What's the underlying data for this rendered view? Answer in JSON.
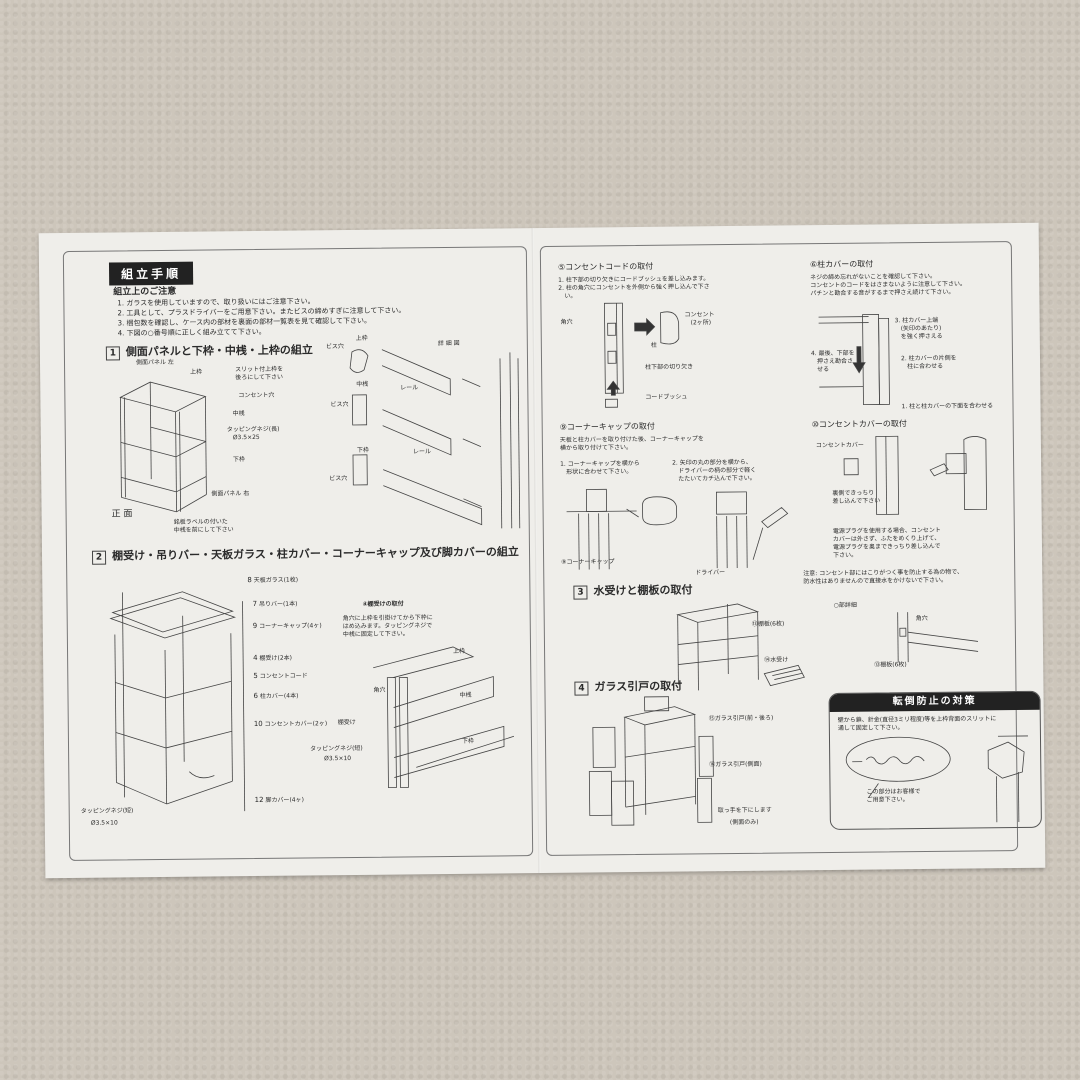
{
  "left": {
    "title": "組立手順",
    "cautions_head": "組立上のご注意",
    "cautions": [
      "1. ガラスを使用していますので、取り扱いにはご注意下さい。",
      "2. 工具として、プラスドライバーをご用意下さい。またビスの締めすぎに注意して下さい。",
      "3. 梱包数を確認し、ケース内の部材を裏面の部材一覧表を見て確認して下さい。",
      "4. 下図の○番号順に正しく組み立てて下さい。"
    ],
    "sec1": {
      "num": "1",
      "title": "側面パネルと下枠・中桟・上枠の組立",
      "labels": {
        "side_left": "側面パネル 左",
        "top": "上枠",
        "slit": "スリット付上枠を",
        "slit2": "後ろにして下さい",
        "outlet_hole": "コンセント穴",
        "mid": "中桟",
        "tap_screw": "タッピングネジ(長)",
        "tap_size": "Ø3.5×25",
        "bottom": "下枠",
        "side_right": "側面パネル 右",
        "front": "正 面",
        "label_note": "銘板ラベルの付いた",
        "label_note2": "中桟を前にして下さい",
        "top2": "上枠",
        "bis": "ビス穴",
        "mid2": "中桟",
        "rail": "レール",
        "bis2": "ビス穴",
        "bottom2": "下枠",
        "rail2": "レール",
        "bis3": "ビス穴",
        "detail": "詳 細 図"
      }
    },
    "sec2": {
      "num": "2",
      "title": "棚受け・吊りバー・天板ガラス・柱カバー・コーナーキャップ及び脚カバーの組立",
      "parts": [
        "天板ガラス(1枚)",
        "吊りバー(1本)",
        "コーナーキャップ(4ヶ)",
        "棚受け(2本)",
        "コンセントコード",
        "柱カバー(4本)",
        "コンセントカバー(2ヶ)",
        "脚カバー(4ヶ)"
      ],
      "nums": [
        "8",
        "7",
        "9",
        "4",
        "5",
        "6",
        "10",
        "12"
      ],
      "screw": "タッピングネジ(短)",
      "screw_size": "Ø3.5×10",
      "shelf_head": "棚受けの取付",
      "shelf_text1": "角穴に上枠を引掛けてから下枠に",
      "shelf_text2": "はめ込みます。タッピングネジで",
      "shelf_text3": "中桟に固定して下さい。",
      "top_label": "上枠",
      "square": "角穴",
      "mid_label": "中桟",
      "bracket": "棚受け",
      "bottom_label": "下枠",
      "tap2": "タッピングネジ(短)",
      "tap2_size": "Ø3.5×10"
    }
  },
  "right": {
    "sec5": {
      "head": "コンセントコードの取付",
      "text1": "1. 柱下部の切り欠きにコードブッシュを差し込みます。",
      "text2": "2. 柱の角穴にコンセントを外側から強く押し込んで下さ",
      "text3": "い。",
      "square": "角穴",
      "outlet": "コンセント",
      "outlet2": "(2ヶ所)",
      "pillar": "柱",
      "notch": "柱下部の切り欠き",
      "bush": "コードブッシュ"
    },
    "sec6": {
      "head": "柱カバーの取付",
      "text1": "ネジの締め忘れがないことを確認して下さい。",
      "text2": "コンセントのコードをはさまないように注意して下さい。",
      "text3": "パチンと勘合する音がするまで押さえ続けて下さい。",
      "a3": "3. 柱カバー上端",
      "a3b": "(矢印のあたり)",
      "a3c": "を強く押さえる",
      "a4": "4. 最後、下部を",
      "a4b": "押さえ勘合さ",
      "a4c": "せる",
      "a2": "2. 柱カバーの片側を",
      "a2b": "柱に合わせる",
      "a1": "1. 柱と柱カバーの下面を合わせる"
    },
    "sec9": {
      "head": "コーナーキャップの取付",
      "text1": "天板と柱カバーを取り付けた後、コーナーキャップを",
      "text2": "横から取り付けて下さい。",
      "c1": "1. コーナーキャップを横から",
      "c1b": "形状に合わせて下さい。",
      "c2": "2. 矢印の丸の部分を横から、",
      "c2b": "ドライバーの柄の部分で軽く",
      "c2c": "たたいてカチ込んで下さい。",
      "cap": "コーナーキャップ",
      "driver": "ドライバー"
    },
    "sec10": {
      "head": "コンセントカバーの取付",
      "cover": "コンセントカバー",
      "back": "裏側できっちり",
      "back2": "差し込んで下さい",
      "text1": "電源プラグを使用する場合、コンセント",
      "text2": "カバーは外さず、ふたをめくり上げて、",
      "text3": "電源プラグを奥まできっちり差し込んで",
      "text4": "下さい。",
      "note1": "注意: コンセント部にはこりがつく事を防止する為の物で、",
      "note2": "防水性はありませんので直接水をかけないで下さい。"
    },
    "sec3": {
      "num": "3",
      "title": "水受けと棚板の取付",
      "shelf": "棚板(6枚)",
      "tray": "水受け",
      "detail": "○部詳細",
      "square": "角穴",
      "shelf2": "棚板(6枚)"
    },
    "sec4": {
      "num": "4",
      "title": "ガラス引戸の取付",
      "front": "ガラス引戸(前・後ろ)",
      "side": "ガラス引戸(側面)",
      "handle": "取っ手を下にします",
      "handle2": "(側面のみ)"
    },
    "warn": {
      "head": "転倒防止の対策",
      "text1": "壁から鎖、針金(直径3ミリ程度)等を上枠背面のスリットに",
      "text2": "通して固定して下さい。",
      "text3": "この部分はお客様で",
      "text4": "ご用意下さい。"
    }
  }
}
